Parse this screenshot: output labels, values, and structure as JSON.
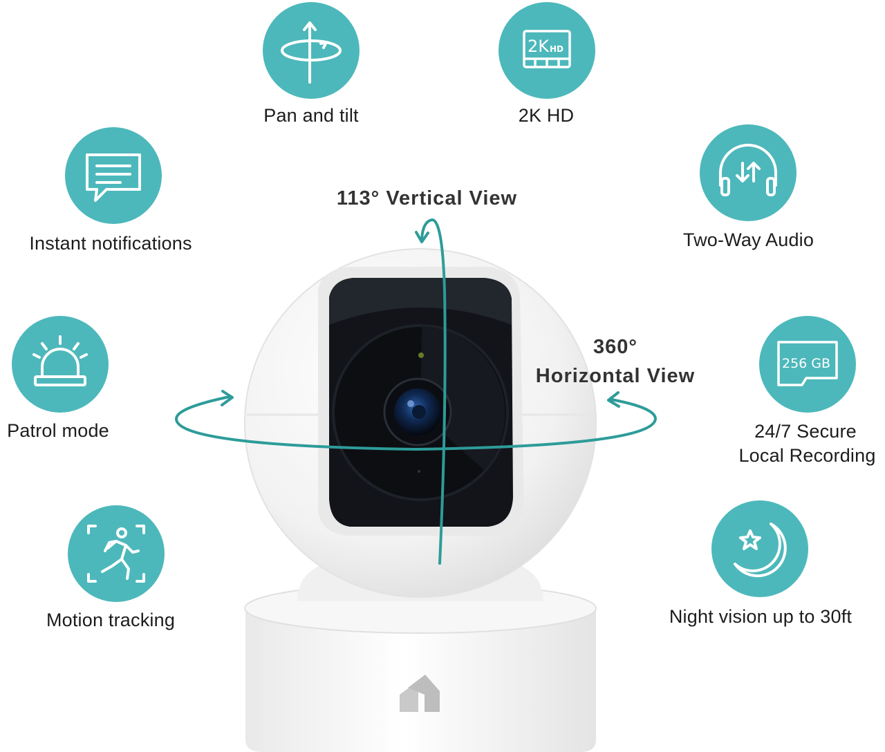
{
  "colors": {
    "accent": "#4db8bb",
    "camera_body": "#f6f6f6",
    "lens_panel": "#111418"
  },
  "features": [
    {
      "id": "pan-tilt",
      "icon": "pan-tilt-icon",
      "label": "Pan and tilt"
    },
    {
      "id": "2k-hd",
      "icon": "2k-hd-icon",
      "label": "2K HD",
      "icon_text_main": "2K",
      "icon_text_small": "HD"
    },
    {
      "id": "notifications",
      "icon": "message-icon",
      "label": "Instant notifications"
    },
    {
      "id": "two-way-audio",
      "icon": "headphones-icon",
      "label": "Two-Way Audio"
    },
    {
      "id": "patrol-mode",
      "icon": "siren-icon",
      "label": "Patrol mode"
    },
    {
      "id": "local-recording",
      "icon": "sd-card-icon",
      "label_line1": "24/7 Secure",
      "label_line2": "Local Recording",
      "icon_text": "256 GB"
    },
    {
      "id": "motion-tracking",
      "icon": "running-person-icon",
      "label": "Motion tracking"
    },
    {
      "id": "night-vision",
      "icon": "moon-star-icon",
      "label": "Night vision up to 30ft"
    }
  ],
  "views": {
    "vertical": "113° Vertical View",
    "horizontal_line1": "360°",
    "horizontal_line2": "Horizontal View"
  }
}
